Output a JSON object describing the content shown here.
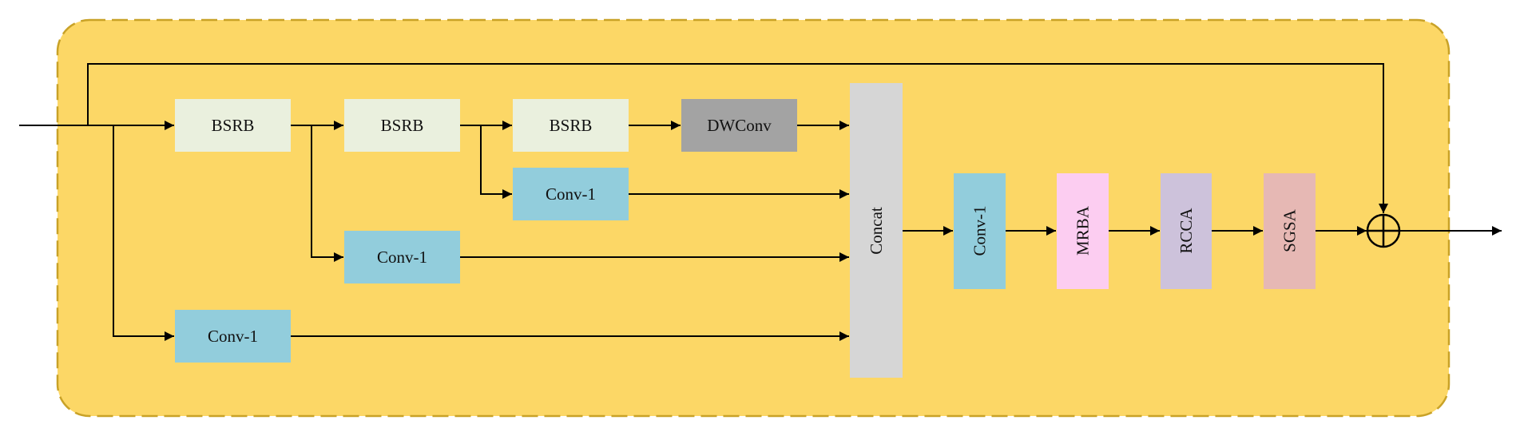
{
  "diagram": {
    "blocks": {
      "bsrb_1": "BSRB",
      "bsrb_2": "BSRB",
      "bsrb_3": "BSRB",
      "dwconv": "DWConv",
      "conv1_branch_3": "Conv-1",
      "conv1_branch_2": "Conv-1",
      "conv1_branch_1": "Conv-1",
      "concat": "Concat",
      "conv1_fuse": "Conv-1",
      "mrba": "MRBA",
      "rcca": "RCCA",
      "sgsa": "SGSA"
    },
    "operators": {
      "residual_add": "element-wise add (⊕)"
    },
    "colors": {
      "module_background": "#FCD766",
      "module_border": "#C9A227",
      "bsrb": "#EAF0DE",
      "dwconv": "#A3A3A3",
      "conv1": "#92CDDC",
      "concat": "#D6D6D6",
      "mrba": "#FCCDF1",
      "rcca": "#CDC2DB",
      "sgsa": "#E6B8B4"
    },
    "icons": [
      "arrow-head-icon",
      "circled-plus-icon"
    ]
  }
}
